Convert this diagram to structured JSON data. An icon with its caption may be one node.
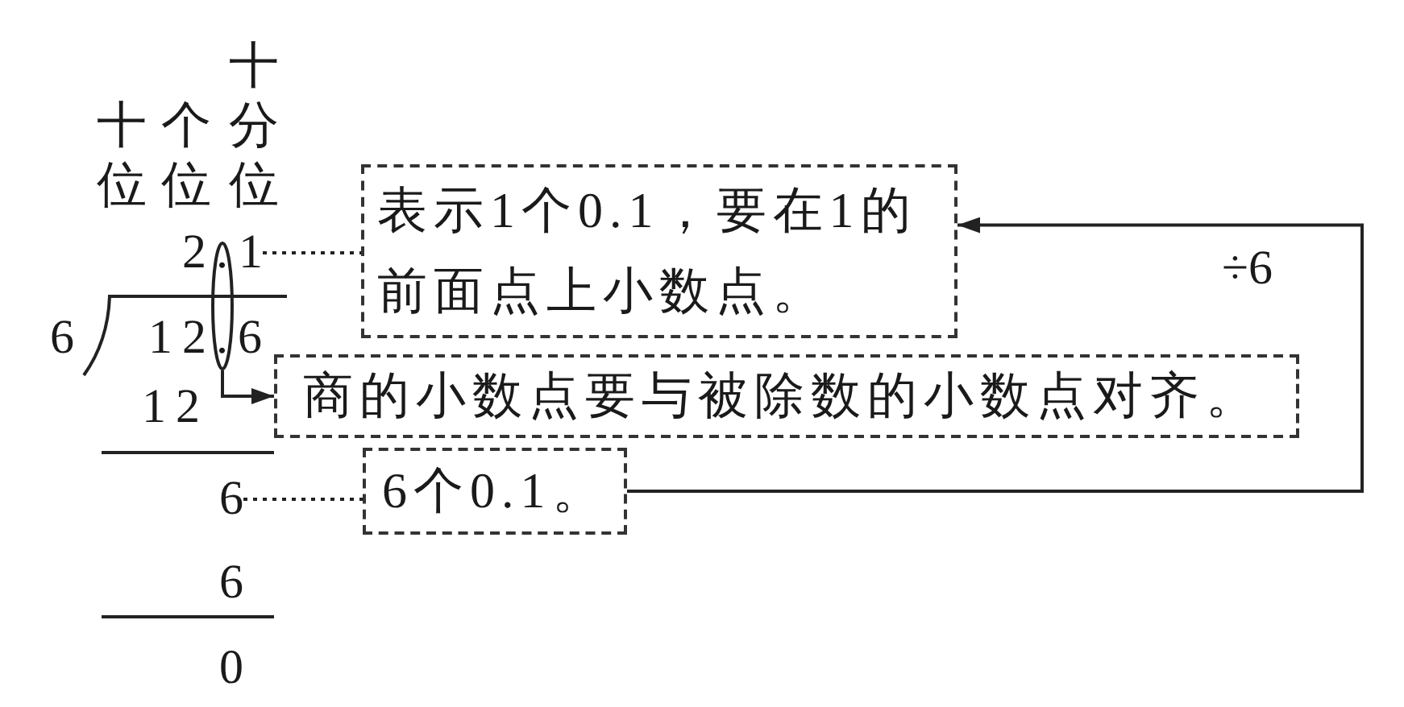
{
  "diagram": {
    "nodes": [
      {
        "text": [
          "1"
        ]
      },
      {
        "text": [
          "表示1个0.1，要在1的前面点上小数点。"
        ]
      },
      {
        "text": [],
        "shape": "ellipse"
      },
      {
        "text": [
          "商的小数点要与被除数的小数点对齐。"
        ]
      },
      {
        "text": [
          "6"
        ]
      },
      {
        "text": [
          "6个0.1。"
        ]
      }
    ],
    "edges": [
      {
        "from": 0,
        "to": 1,
        "arrow": "none",
        "style": "dashed"
      },
      {
        "from": 2,
        "to": 3,
        "arrow": "to"
      },
      {
        "from": 4,
        "to": 5,
        "arrow": "none",
        "style": "dashed"
      },
      {
        "from": 5,
        "to": 1,
        "arrow": "to",
        "label": "÷6"
      }
    ],
    "labels": [
      "十位",
      "个位",
      "十分位",
      "2",
      ".",
      "6",
      "12.6",
      "12",
      "6",
      "0"
    ]
  }
}
